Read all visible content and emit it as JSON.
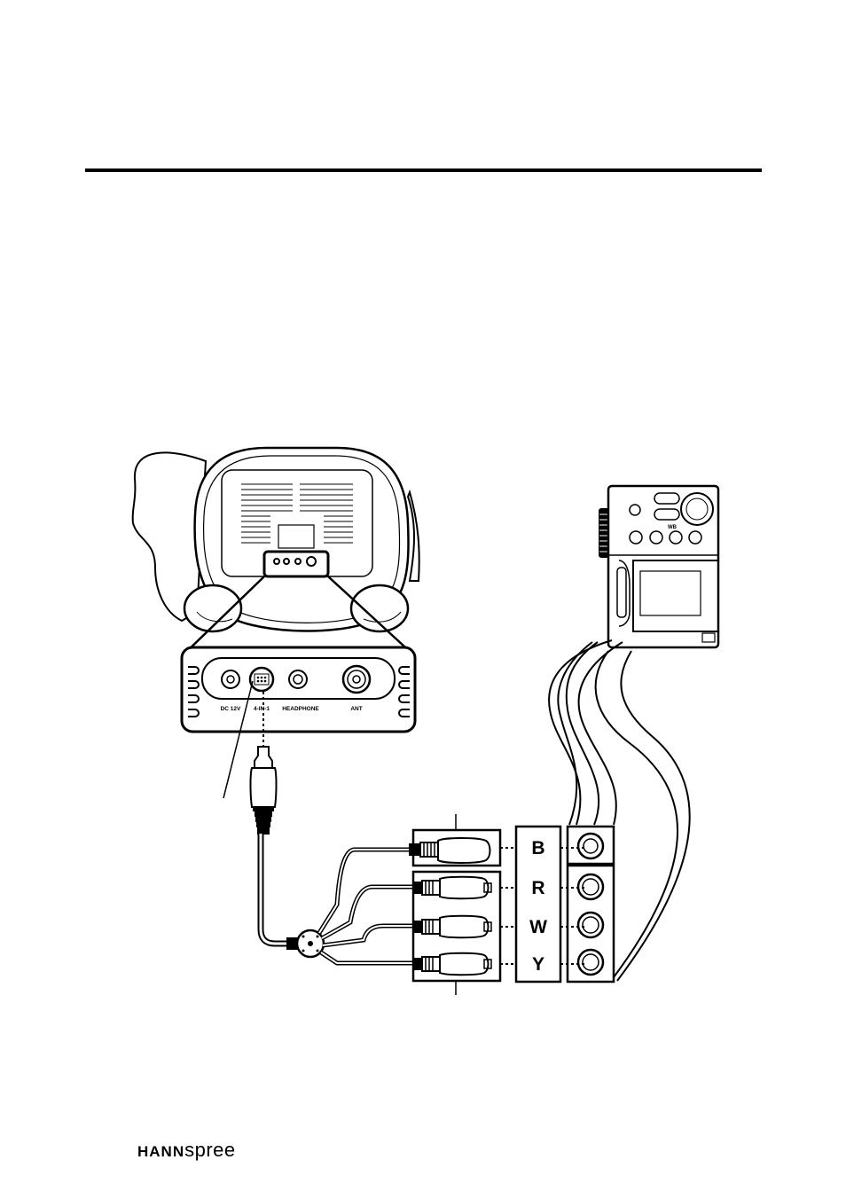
{
  "tv_panel": {
    "ports": [
      "DC 12V",
      "4-IN-1",
      "HEADPHONE",
      "ANT"
    ]
  },
  "camera": {
    "wb_label": "WB"
  },
  "connector_labels": [
    "B",
    "R",
    "W",
    "Y"
  ],
  "footer": {
    "brand_bold": "HANN",
    "brand_light": "spree"
  }
}
